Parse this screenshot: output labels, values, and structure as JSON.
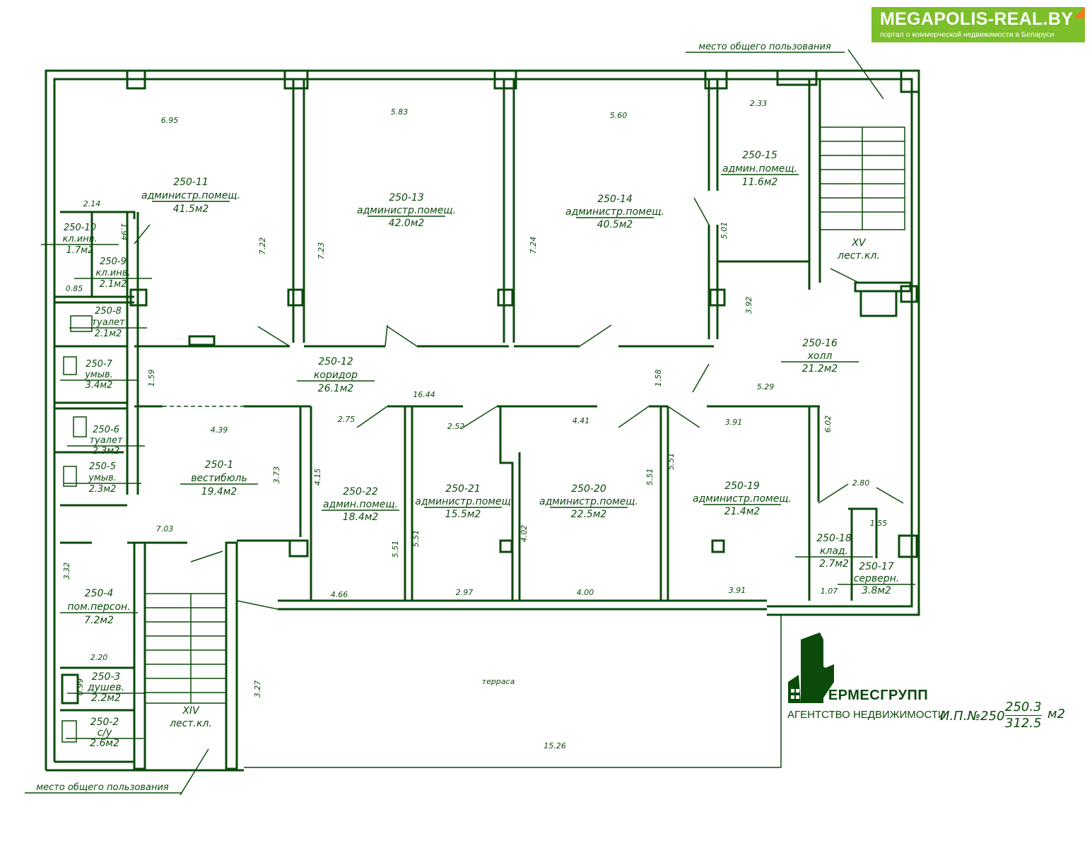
{
  "watermark": {
    "site": "MEGAPOLIS-REAL.BY",
    "tagline": "портал о коммерческой недвижимости в Беларуси",
    "color": "#7cbf2a"
  },
  "agency": {
    "name": "ГЕРМЕСГРУПП",
    "subtitle": "АГЕНТСТВО НЕДВИЖИМОСТИ"
  },
  "plan_info": {
    "label": "И.П.№250",
    "area_main": "250.3",
    "area_total": "312.5",
    "unit": "м2"
  },
  "annotations": {
    "common_top": "место общего пользования",
    "common_bottom": "место общего пользования",
    "terrace": "терраса"
  },
  "rooms": [
    {
      "id": "250-11",
      "name": "администр.помещ.",
      "area": "41.5м2"
    },
    {
      "id": "250-13",
      "name": "администр.помещ.",
      "area": "42.0м2"
    },
    {
      "id": "250-14",
      "name": "администр.помещ.",
      "area": "40.5м2"
    },
    {
      "id": "250-15",
      "name": "админ.помещ.",
      "area": "11.6м2"
    },
    {
      "id": "250-16",
      "name": "холл",
      "area": "21.2м2"
    },
    {
      "id": "250-12",
      "name": "коридор",
      "area": "26.1м2"
    },
    {
      "id": "250-1",
      "name": "вестибюль",
      "area": "19.4м2"
    },
    {
      "id": "250-22",
      "name": "админ.помещ.",
      "area": "18.4м2"
    },
    {
      "id": "250-21",
      "name": "администр.помещ",
      "area": "15.5м2"
    },
    {
      "id": "250-20",
      "name": "администр.помещ.",
      "area": "22.5м2"
    },
    {
      "id": "250-19",
      "name": "администр.помещ.",
      "area": "21.4м2"
    },
    {
      "id": "250-18",
      "name": "клад.",
      "area": "2.7м2"
    },
    {
      "id": "250-17",
      "name": "серверн.",
      "area": "3.8м2"
    },
    {
      "id": "250-4",
      "name": "пом.персон.",
      "area": "7.2м2"
    },
    {
      "id": "250-3",
      "name": "душев.",
      "area": "2.2м2"
    },
    {
      "id": "250-2",
      "name": "с/у",
      "area": "2.6м2"
    },
    {
      "id": "250-10",
      "name": "кл.инв.",
      "area": "1.7м2"
    },
    {
      "id": "250-9",
      "name": "кл.инв.",
      "area": "2.1м2"
    },
    {
      "id": "250-8",
      "name": "туалет",
      "area": "2.1м2"
    },
    {
      "id": "250-7",
      "name": "умыв.",
      "area": "3.4м2"
    },
    {
      "id": "250-6",
      "name": "туалет",
      "area": "2.3м2"
    },
    {
      "id": "250-5",
      "name": "умыв.",
      "area": "2.3м2"
    }
  ],
  "stairs": [
    {
      "id": "XV",
      "name": "лест.кл."
    },
    {
      "id": "XIV",
      "name": "лест.кл."
    }
  ],
  "dimensions": [
    "6.95",
    "5.83",
    "5.60",
    "2.33",
    "2.14",
    "1.94",
    "0.85",
    "7.22",
    "7.23",
    "7.24",
    "5.01",
    "3.92",
    "1.59",
    "1.58",
    "16.44",
    "5.29",
    "2.75",
    "4.39",
    "2.52",
    "4.41",
    "3.91",
    "6.02",
    "3.73",
    "4.15",
    "5.51",
    "5.51",
    "2.80",
    "1.55",
    "5.51",
    "5.51",
    "4.02",
    "7.03",
    "3.32",
    "4.66",
    "2.97",
    "4.00",
    "3.91",
    "1.07",
    "2.20",
    "0.99",
    "3.27",
    "15.26"
  ]
}
